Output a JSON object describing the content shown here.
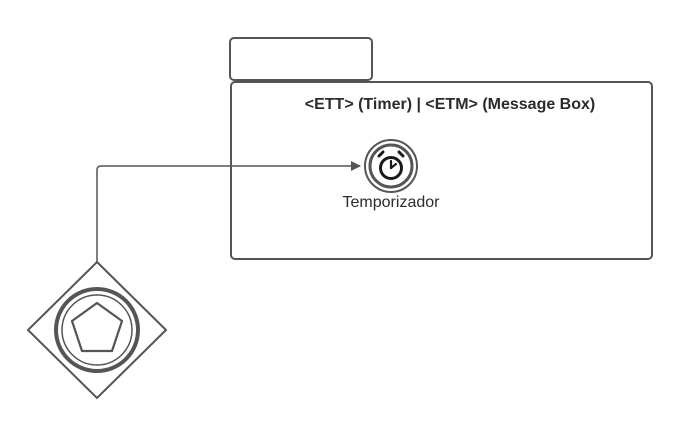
{
  "diagram": {
    "pool_tab": {
      "label": ""
    },
    "pool": {
      "title": "<ETT> (Timer) | <ETM> (Message Box)"
    },
    "timer_event": {
      "icon": "stopwatch-icon",
      "label": "Temporizador"
    },
    "start_gateway": {
      "icon": "pentagon-icon",
      "type": "event-based gateway"
    },
    "connector": {
      "from": "start_gateway",
      "to": "timer_event"
    },
    "colors": {
      "stroke": "#555555",
      "text": "#2b2b2b",
      "background": "#ffffff"
    }
  }
}
